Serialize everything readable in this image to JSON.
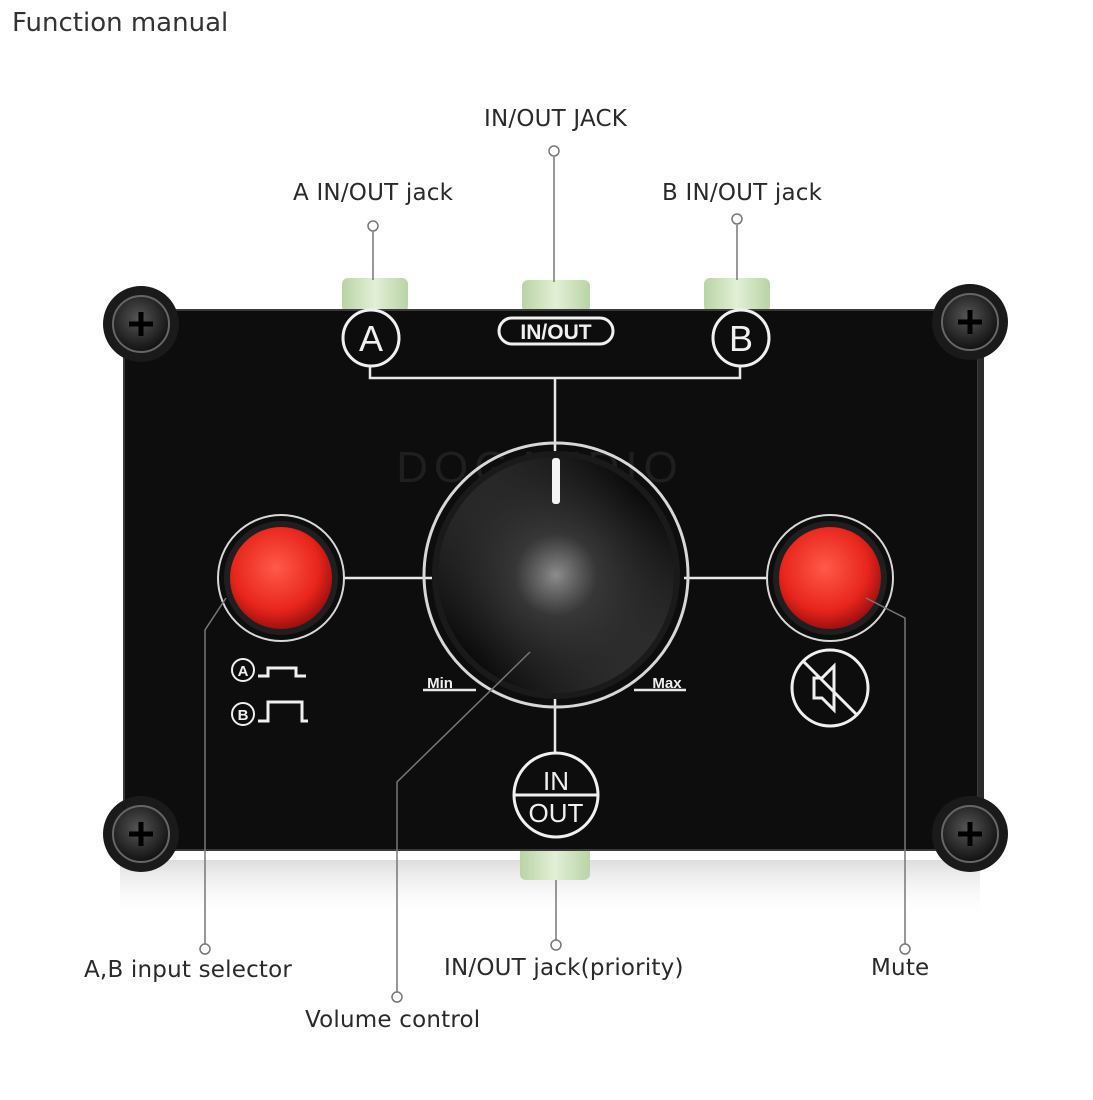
{
  "title": "Function manual",
  "labels": {
    "in_out_jack": "IN/OUT JACK",
    "a_in_out_jack": "A IN/OUT jack",
    "b_in_out_jack": "B IN/OUT jack",
    "ab_selector": "A,B input selector",
    "in_out_priority": "IN/OUT jack(priority)",
    "mute": "Mute",
    "volume_control": "Volume control"
  },
  "panel": {
    "port_a": "A",
    "port_b": "B",
    "port_inout": "IN/OUT",
    "bottom_in": "IN",
    "bottom_out": "OUT",
    "min": "Min",
    "max": "Max",
    "selector_a": "A",
    "selector_b": "B"
  },
  "colors": {
    "panel": "#0d0d0d",
    "button_red": "#e8251c",
    "jack_green": "#cfe3bf",
    "line": "#777777"
  }
}
